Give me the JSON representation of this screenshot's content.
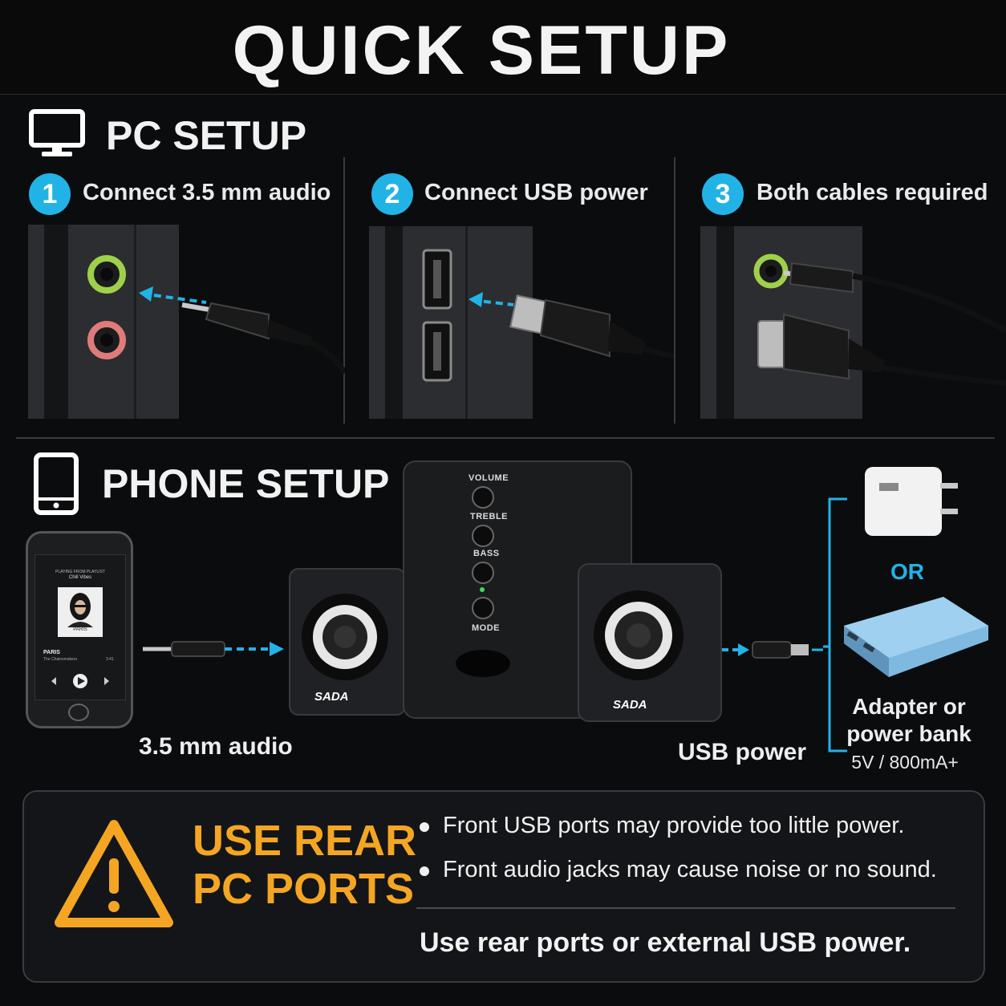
{
  "title": "QUICK SETUP",
  "pc": {
    "heading": "PC SETUP",
    "steps": [
      {
        "num": "1",
        "label": "Connect 3.5 mm audio"
      },
      {
        "num": "2",
        "label": "Connect USB power"
      },
      {
        "num": "3",
        "label": "Both cables required"
      }
    ]
  },
  "phone": {
    "heading": "PHONE SETUP",
    "screen": {
      "header": "PLAYING FROM PLAYLIST",
      "playlist": "Chill Vibes",
      "album": "PARIS",
      "song": "PARIS",
      "artist": "The Chainsmokers",
      "time": "3:41"
    },
    "audio_caption": "3.5 mm audio",
    "usb_caption": "USB power",
    "or_label": "OR",
    "power_caption_1": "Adapter or",
    "power_caption_2": "power bank",
    "power_spec": "5V / 800mA+"
  },
  "speaker": {
    "brand": "SADA",
    "knobs": [
      "VOLUME",
      "TREBLE",
      "BASS",
      "MODE"
    ]
  },
  "warning": {
    "heading_1": "USE REAR",
    "heading_2": "PC PORTS",
    "bullets": [
      "Front USB ports may provide too little power.",
      "Front audio jacks may cause noise or no sound."
    ],
    "footer": "Use rear ports or external USB power."
  },
  "colors": {
    "accent": "#22b3e6",
    "warning": "#f4a623"
  }
}
